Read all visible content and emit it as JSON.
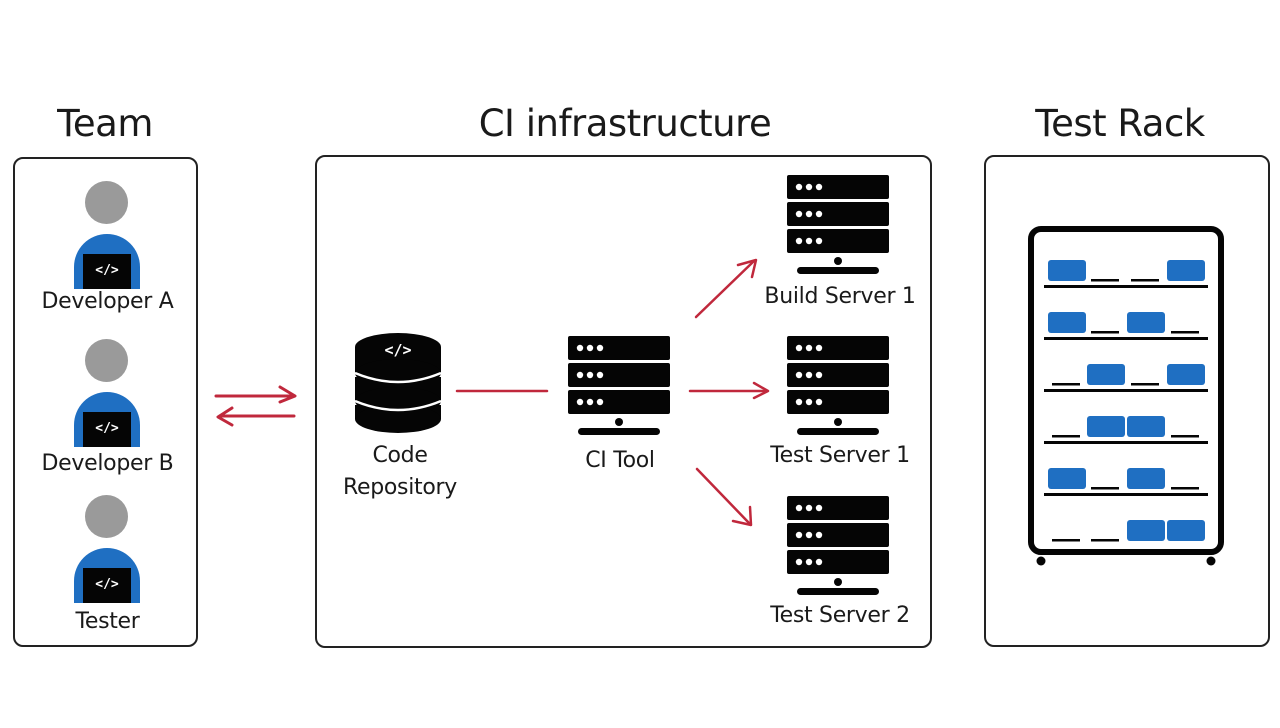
{
  "sections": {
    "team": {
      "title": "Team",
      "members": [
        {
          "label": "Developer A",
          "icon": "developer-laptop-icon",
          "laptop_glyph": "</>"
        },
        {
          "label": "Developer B",
          "icon": "developer-laptop-icon",
          "laptop_glyph": "</>"
        },
        {
          "label": "Tester",
          "icon": "developer-laptop-icon",
          "laptop_glyph": "</>"
        }
      ]
    },
    "ci": {
      "title": "CI infrastructure",
      "repository": {
        "label_line1": "Code",
        "label_line2": "Repository",
        "icon": "database-code-icon",
        "glyph": "</>"
      },
      "ci_tool": {
        "label": "CI Tool",
        "icon": "server-icon"
      },
      "servers": [
        {
          "label": "Build Server 1",
          "icon": "server-icon"
        },
        {
          "label": "Test Server 1",
          "icon": "server-icon"
        },
        {
          "label": "Test Server 2",
          "icon": "server-icon"
        }
      ]
    },
    "rack": {
      "title": "Test Rack",
      "shelves": [
        [
          "device",
          "empty",
          "empty",
          "device"
        ],
        [
          "device",
          "empty",
          "device",
          "empty"
        ],
        [
          "empty",
          "device",
          "empty",
          "device"
        ],
        [
          "empty",
          "device",
          "device",
          "empty"
        ],
        [
          "device",
          "empty",
          "device",
          "empty"
        ],
        [
          "empty",
          "empty",
          "device",
          "device"
        ]
      ]
    }
  },
  "connections": [
    {
      "from": "team",
      "to": "ci-infrastructure",
      "type": "bidirectional"
    },
    {
      "from": "code-repository",
      "to": "ci-tool",
      "type": "line"
    },
    {
      "from": "ci-tool",
      "to": "build-server-1",
      "type": "arrow"
    },
    {
      "from": "ci-tool",
      "to": "test-server-1",
      "type": "arrow"
    },
    {
      "from": "ci-tool",
      "to": "test-server-2",
      "type": "arrow"
    }
  ],
  "colors": {
    "arrow": "#c0283c",
    "device": "#1f6fc2",
    "person_head": "#9a9a9a",
    "icon": "#050505"
  }
}
